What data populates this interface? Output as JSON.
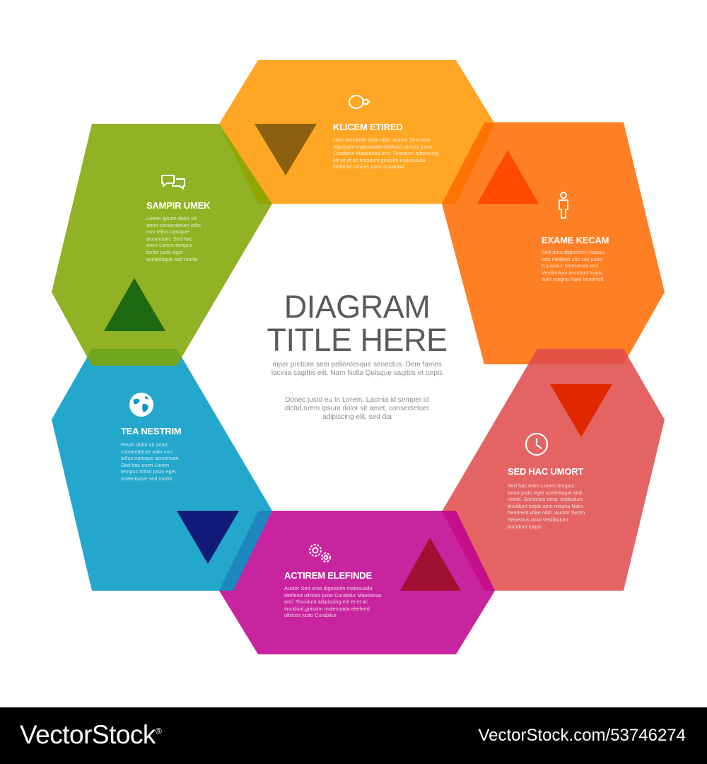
{
  "center": {
    "title_line1": "DIAGRAM",
    "title_line2": "TITLE HERE",
    "text1": "mper pretium sem pellentesque senectus. Dem fames lacinia sagittis elit. Nam Nulla Quisque sagittis et turpis",
    "text2": "Donec justo eu In Lorem. Lacinia id semper id dictuLorem ipsum dolor sit amet, consectetuer adipiscing elit, sed dia"
  },
  "segments": [
    {
      "key": "top",
      "title": "KLICEM ETIRED",
      "body": "Nam hendrerit vitae nibh. Auctor Sed uma dignissim malesuada eleifend ultrices justo Curabitur Maecenas orci. Tincidunt adipiscing elit et et ac tincidunt gnissim malesuada eleifend ultrices justo Curabitur",
      "icon": "lightbulb-icon",
      "color": "#ff9900",
      "arrow": "down",
      "arrow_color": "#8a6010"
    },
    {
      "key": "top-right",
      "title": "EXAME KECAM",
      "body": "Sed urna dignissim malesu ada eleifend ultri ces justo Curabitur Maecenas orci. Vestibulum tincidunt turpis sem magna Nam hendrerit",
      "icon": "person-icon",
      "color": "#ff6a00",
      "arrow": "up",
      "arrow_color": "#ff4a00"
    },
    {
      "key": "bottom-right",
      "title": "SED HAC UMORT",
      "body": "Sed hac enim Lorem tempus tortor justo eget scelerisque sed morbi. Senectus urna. estibulum tincidunt turpis sem magna Nam hendrerit vitae nibh. Auctor Sedm Senectus uma Vestibulum tincidunt turpis",
      "icon": "clock-icon",
      "color": "#e04a4a",
      "arrow": "down",
      "arrow_color": "#e02800"
    },
    {
      "key": "bottom",
      "title": "ACTIREM ELEFINDE",
      "body": "Auctor Sed urna dignissim malesuada eleifend ultrices justo Curabitur Maecenas orci. Tincidunt adipiscing elit et et ac tincidunt.gnissim malesuada eleifend ultrices justo Curabitur",
      "icon": "gears-icon",
      "color": "#c0008f",
      "arrow": "up",
      "arrow_color": "#a01030"
    },
    {
      "key": "bottom-left",
      "title": "TEA NESTRIM",
      "body": "Peum dolor sit amet consectetuer odio non tellus natoque accumsan. Sed hac enim Lorem tempus tortor justo eget scelerisque sed morbi.",
      "icon": "globe-icon",
      "color": "#0099c4",
      "arrow": "down",
      "arrow_color": "#101a78"
    },
    {
      "key": "top-left",
      "title": "SAMPIR UMEK",
      "body": "Lorem ipsum dolor sit amet consectetuer odio non tellus natoque accumsan. Sed hac enim Lorem tempus tortor justo eget scelerisque sed morbi.",
      "icon": "speech-bubbles-icon",
      "color": "#7fa500",
      "arrow": "up",
      "arrow_color": "#1d6a10"
    }
  ],
  "footer": {
    "brand": "VectorStock",
    "registered": "®",
    "url": "VectorStock.com/53746274"
  }
}
